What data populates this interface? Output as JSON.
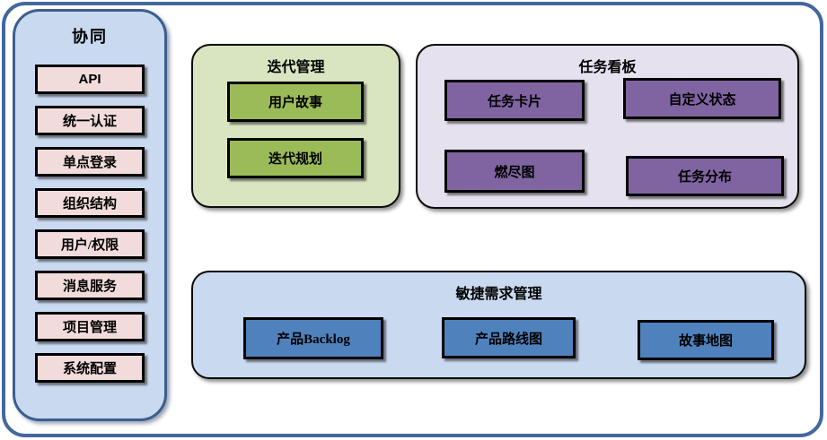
{
  "sidebar": {
    "title": "协同",
    "items": [
      "API",
      "统一认证",
      "单点登录",
      "组织结构",
      "用户/权限",
      "消息服务",
      "项目管理",
      "系统配置"
    ]
  },
  "iteration": {
    "title": "迭代管理",
    "items": [
      "用户故事",
      "迭代规划"
    ]
  },
  "taskboard": {
    "title": "任务看板",
    "items": [
      "任务卡片",
      "自定义状态",
      "燃尽图",
      "任务分布"
    ]
  },
  "agile": {
    "title": "敏捷需求管理",
    "items": [
      "产品Backlog",
      "产品路线图",
      "故事地图"
    ]
  },
  "colors": {
    "outer_frame_border": "#44679e",
    "sidebar_fill": "#c9d9f0",
    "sidebar_border": "#3b5e8d",
    "sidebar_item_fill": "#f2dcdb",
    "iteration_group_fill": "#d9e5c0",
    "iteration_item_fill": "#9bbb59",
    "taskboard_group_fill": "#e6e1ee",
    "taskboard_item_fill": "#8064a2",
    "agile_group_fill": "#c9d9f0",
    "agile_item_fill": "#4f81bd",
    "item_border": "#000000"
  }
}
